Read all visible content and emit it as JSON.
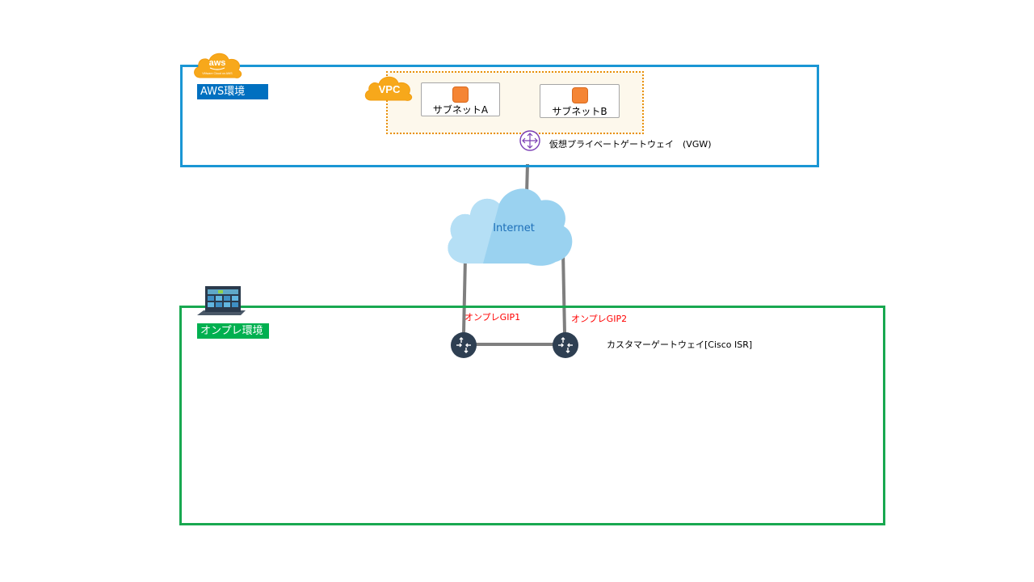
{
  "aws": {
    "label": "AWS環境",
    "logo_text": "aws",
    "logo_subtext": "VMware Cloud on AWS"
  },
  "vpc": {
    "label": "VPC",
    "subnets": [
      {
        "label": "サブネットA"
      },
      {
        "label": "サブネットB"
      }
    ],
    "vgw_label": "仮想プライベートゲートウェイ　(VGW)"
  },
  "internet": {
    "label": "Internet"
  },
  "onprem": {
    "label": "オンプレ環境",
    "gip1": "オンプレGIP1",
    "gip2": "オンプレGIP2",
    "cgw_label": "カスタマーゲートウェイ[Cisco ISR]"
  },
  "colors": {
    "aws_border": "#1a96d4",
    "aws_label_bg": "#0070c0",
    "onprem_border": "#18a850",
    "onprem_label_bg": "#00b050",
    "vpc_border": "#e8900a",
    "cloud": "#8fcdf0",
    "router": "#2e3f52",
    "gip_text": "#ff0000"
  },
  "icons": {
    "aws_logo": "aws-cloud-icon",
    "vpc_cloud": "vpc-cloud-icon",
    "subnet_chip": "subnet-instance-icon",
    "vgw": "vpn-gateway-icon",
    "internet": "internet-cloud-icon",
    "router": "router-icon",
    "building": "building-icon"
  }
}
